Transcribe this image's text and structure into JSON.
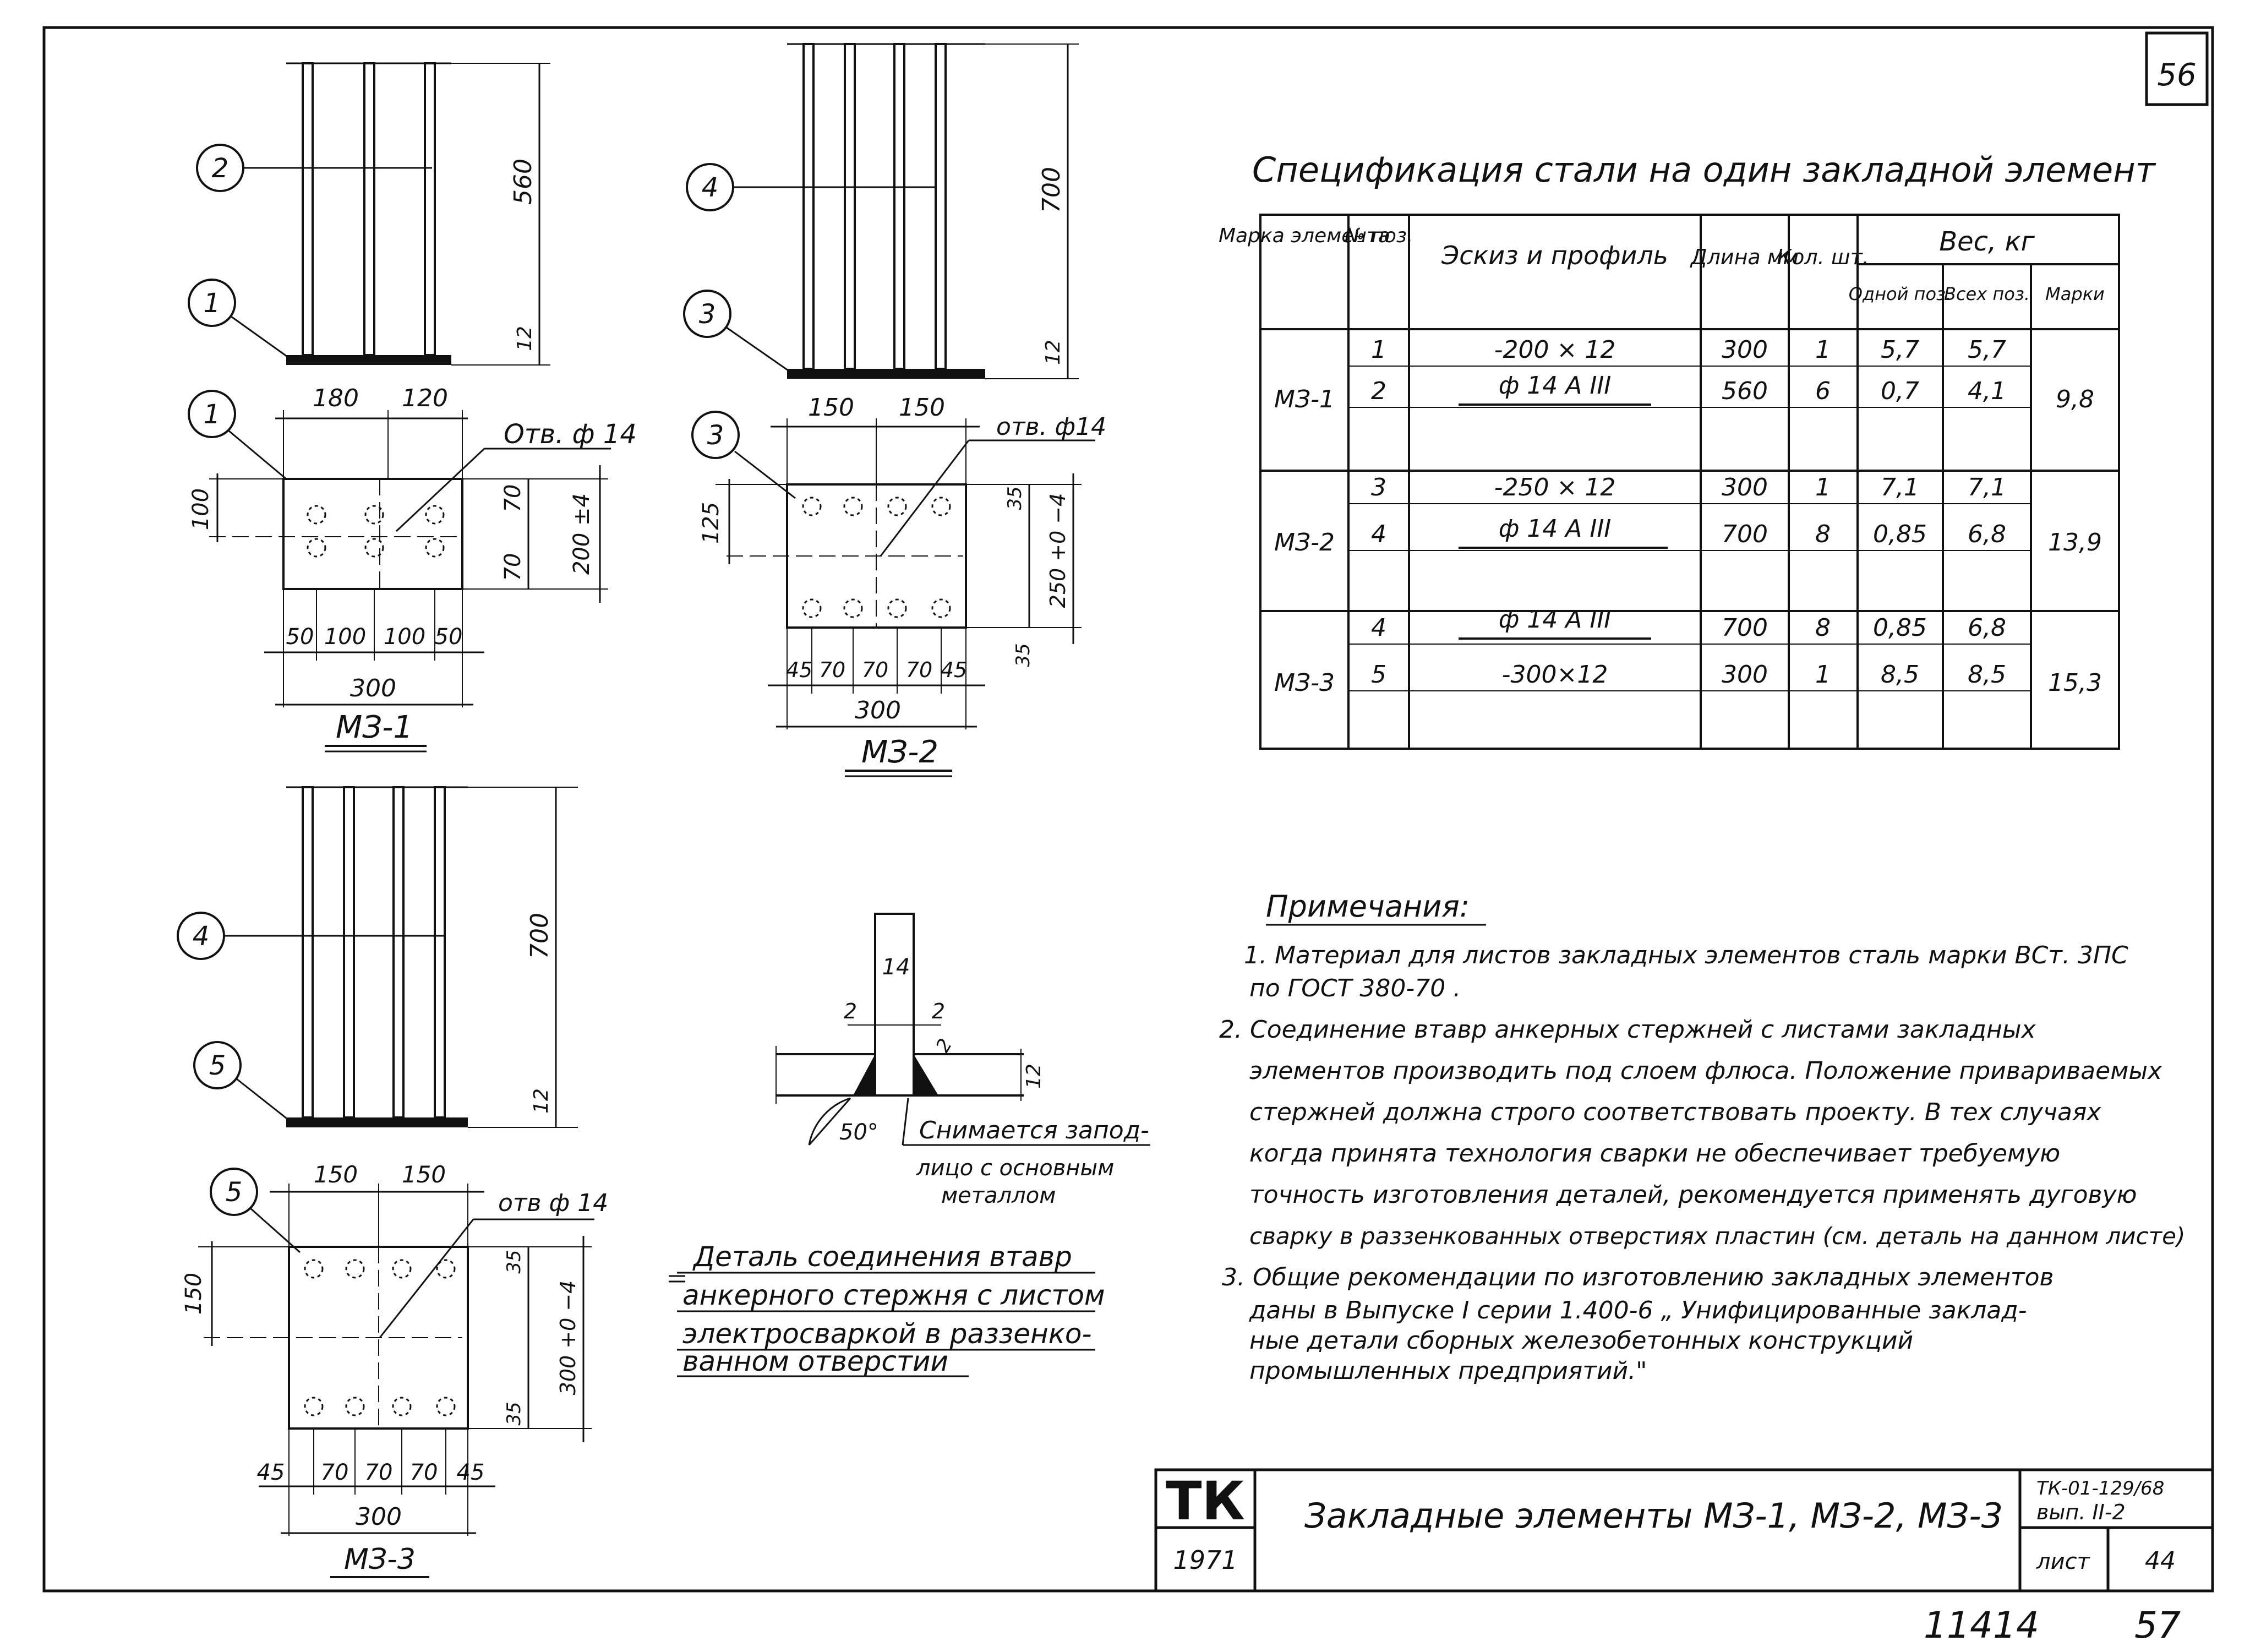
{
  "page": {
    "sheet_number": "56",
    "bottom_numbers": [
      "11414",
      "57"
    ]
  },
  "drawings": {
    "m31": {
      "label": "МЗ-1",
      "elev_balloons": [
        "2",
        "1"
      ],
      "elev_dims": [
        "560",
        "12"
      ],
      "plan_balloon": "1",
      "hole_note": "Отв. ф 14",
      "top_dims": [
        "180",
        "120"
      ],
      "left_dim": "100",
      "right_dims": [
        "70",
        "70"
      ],
      "overall_v": "200 ±4",
      "bottom_dims": [
        "50",
        "100",
        "100",
        "50"
      ],
      "overall_h": "300"
    },
    "m32": {
      "label": "МЗ-2",
      "elev_balloons": [
        "4",
        "3"
      ],
      "elev_dims": [
        "700",
        "12"
      ],
      "plan_balloon": "3",
      "hole_note": "отв. ф14",
      "top_dims": [
        "150",
        "150"
      ],
      "left_dim": "125",
      "right_dims": [
        "35",
        "35"
      ],
      "overall_v": "250 +0 −4",
      "bottom_dims": [
        "45",
        "70",
        "70",
        "70",
        "45"
      ],
      "overall_h": "300"
    },
    "m33": {
      "label": "МЗ-3",
      "elev_balloons": [
        "4",
        "5"
      ],
      "elev_dims": [
        "700",
        "12"
      ],
      "plan_balloon": "5",
      "hole_note": "отв ф 14",
      "top_dims": [
        "150",
        "150"
      ],
      "left_dim": "150",
      "right_dims": [
        "35",
        "35"
      ],
      "overall_v": "300 +0 −4",
      "bottom_dims": [
        "45",
        "70",
        "70",
        "70",
        "45"
      ],
      "overall_h": "300"
    },
    "detail": {
      "dims": [
        "14",
        "2",
        "2",
        "2",
        "12"
      ],
      "angle": "50°",
      "note_line1": "Снимается запод-",
      "note_line2": "лицо с основным",
      "note_line3": "металлом",
      "caption_line1": "Деталь соединения втавр",
      "caption_line2": "анкерного стержня с листом",
      "caption_line3": "электросваркой в раззенко-",
      "caption_line4": "ванном отверстии"
    }
  },
  "spec": {
    "title": "Спецификация стали на один закладной элемент",
    "headers": {
      "mark": "Марка элемента",
      "pos": "№ поз.",
      "sketch": "Эскиз и профиль",
      "length": "Длина мм",
      "qty": "Кол. шт.",
      "weight": "Вес, кг",
      "one": "Одной поз.",
      "all": "Всех поз.",
      "marks": "Марки"
    },
    "groups": [
      {
        "mark": "МЗ-1",
        "total": "9,8",
        "rows": [
          {
            "pos": "1",
            "sketch": "-200 × 12",
            "length": "300",
            "qty": "1",
            "one": "5,7",
            "all": "5,7"
          },
          {
            "pos": "2",
            "sketch": "ф 14 A III",
            "length": "560",
            "qty": "6",
            "one": "0,7",
            "all": "4,1"
          }
        ]
      },
      {
        "mark": "МЗ-2",
        "total": "13,9",
        "rows": [
          {
            "pos": "3",
            "sketch": "-250 × 12",
            "length": "300",
            "qty": "1",
            "one": "7,1",
            "all": "7,1"
          },
          {
            "pos": "4",
            "sketch": "ф 14 A III",
            "length": "700",
            "qty": "8",
            "one": "0,85",
            "all": "6,8"
          }
        ]
      },
      {
        "mark": "МЗ-3",
        "total": "15,3",
        "rows": [
          {
            "pos": "4",
            "sketch": "ф 14 A III",
            "length": "700",
            "qty": "8",
            "one": "0,85",
            "all": "6,8"
          },
          {
            "pos": "5",
            "sketch": "-300×12",
            "length": "300",
            "qty": "1",
            "one": "8,5",
            "all": "8,5"
          }
        ]
      }
    ]
  },
  "notes": {
    "title": "Примечания:",
    "lines": [
      "1. Материал для листов закладных элементов сталь марки ВСт. 3ПС",
      "по ГОСТ 380-70 .",
      "2. Соединение втавр анкерных стержней с листами закладных",
      "элементов производить под слоем флюса. Положение привариваемых",
      "стержней должна строго соответствовать проекту. В тех случаях",
      "когда принята технология сварки не обеспечивает требуемую",
      "точность изготовления деталей, рекомендуется применять дуговую",
      "сварку в раззенкованных отверстиях пластин (см. деталь на данном листе)",
      "3. Общие рекомендации по изготовлению закладных элементов",
      "даны в Выпуске I серии 1.400-6 „ Унифицированные заклад-",
      "ные детали сборных железобетонных конструкций",
      "промышленных предприятий.\""
    ]
  },
  "title_block": {
    "org": "ТК",
    "year": "1971",
    "title": "Закладные элементы МЗ-1, МЗ-2, МЗ-3",
    "series": "ТК-01-129/68",
    "issue": "вып. II-2",
    "sheet_label": "лист",
    "sheet_value": "44"
  }
}
